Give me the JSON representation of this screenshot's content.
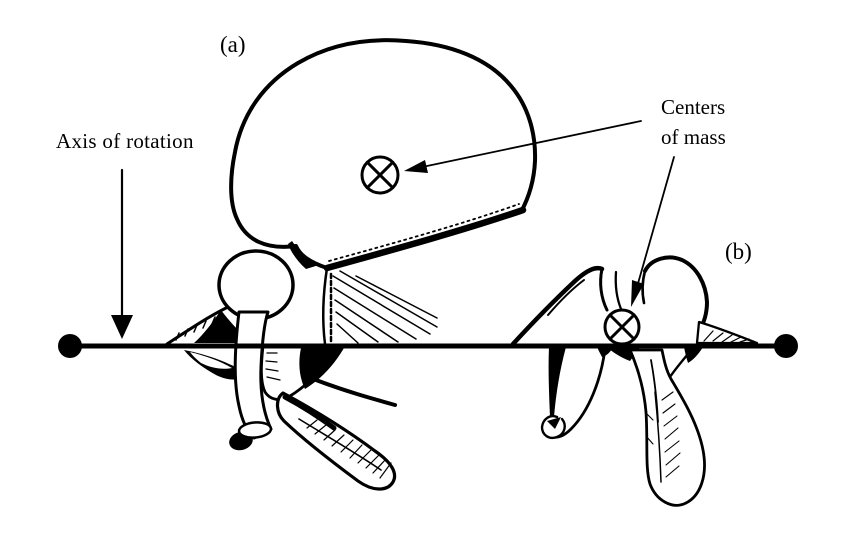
{
  "page": {
    "background": "#ffffff",
    "ink_color": "#000000"
  },
  "labels": {
    "axis_of_rotation": "Axis of rotation",
    "panel_a": "(a)",
    "panel_b": "(b)",
    "centers_of_mass": {
      "line1": "Centers",
      "line2": "of mass"
    }
  },
  "icons": {
    "center_of_mass_marker": "circle-with-x",
    "axis_endpoints": "filled-dot",
    "pointers": "solid-arrowhead"
  }
}
